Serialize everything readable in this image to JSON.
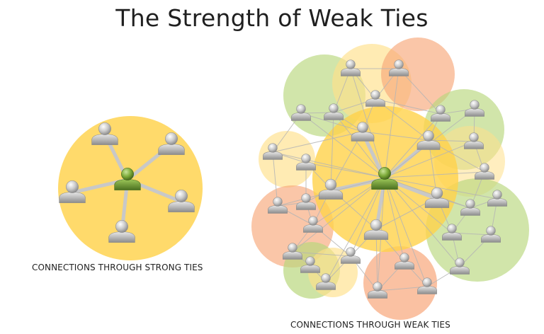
{
  "title": "The Strength of Weak Ties",
  "strong_caption": "CONNECTIONS THROUGH STRONG TIES",
  "weak_caption": "CONNECTIONS THROUGH WEAK TIES",
  "colors": {
    "yellow": "#ffd24a",
    "yellow_light": "#ffe08a",
    "green_light": "#b9d77d",
    "salmon": "#f8a77a",
    "center_person": "#6f9a2e",
    "person": "#b3b3b3",
    "tie_line": "#c8c8c8"
  },
  "icons": [
    "person-icon",
    "center-person-icon"
  ]
}
